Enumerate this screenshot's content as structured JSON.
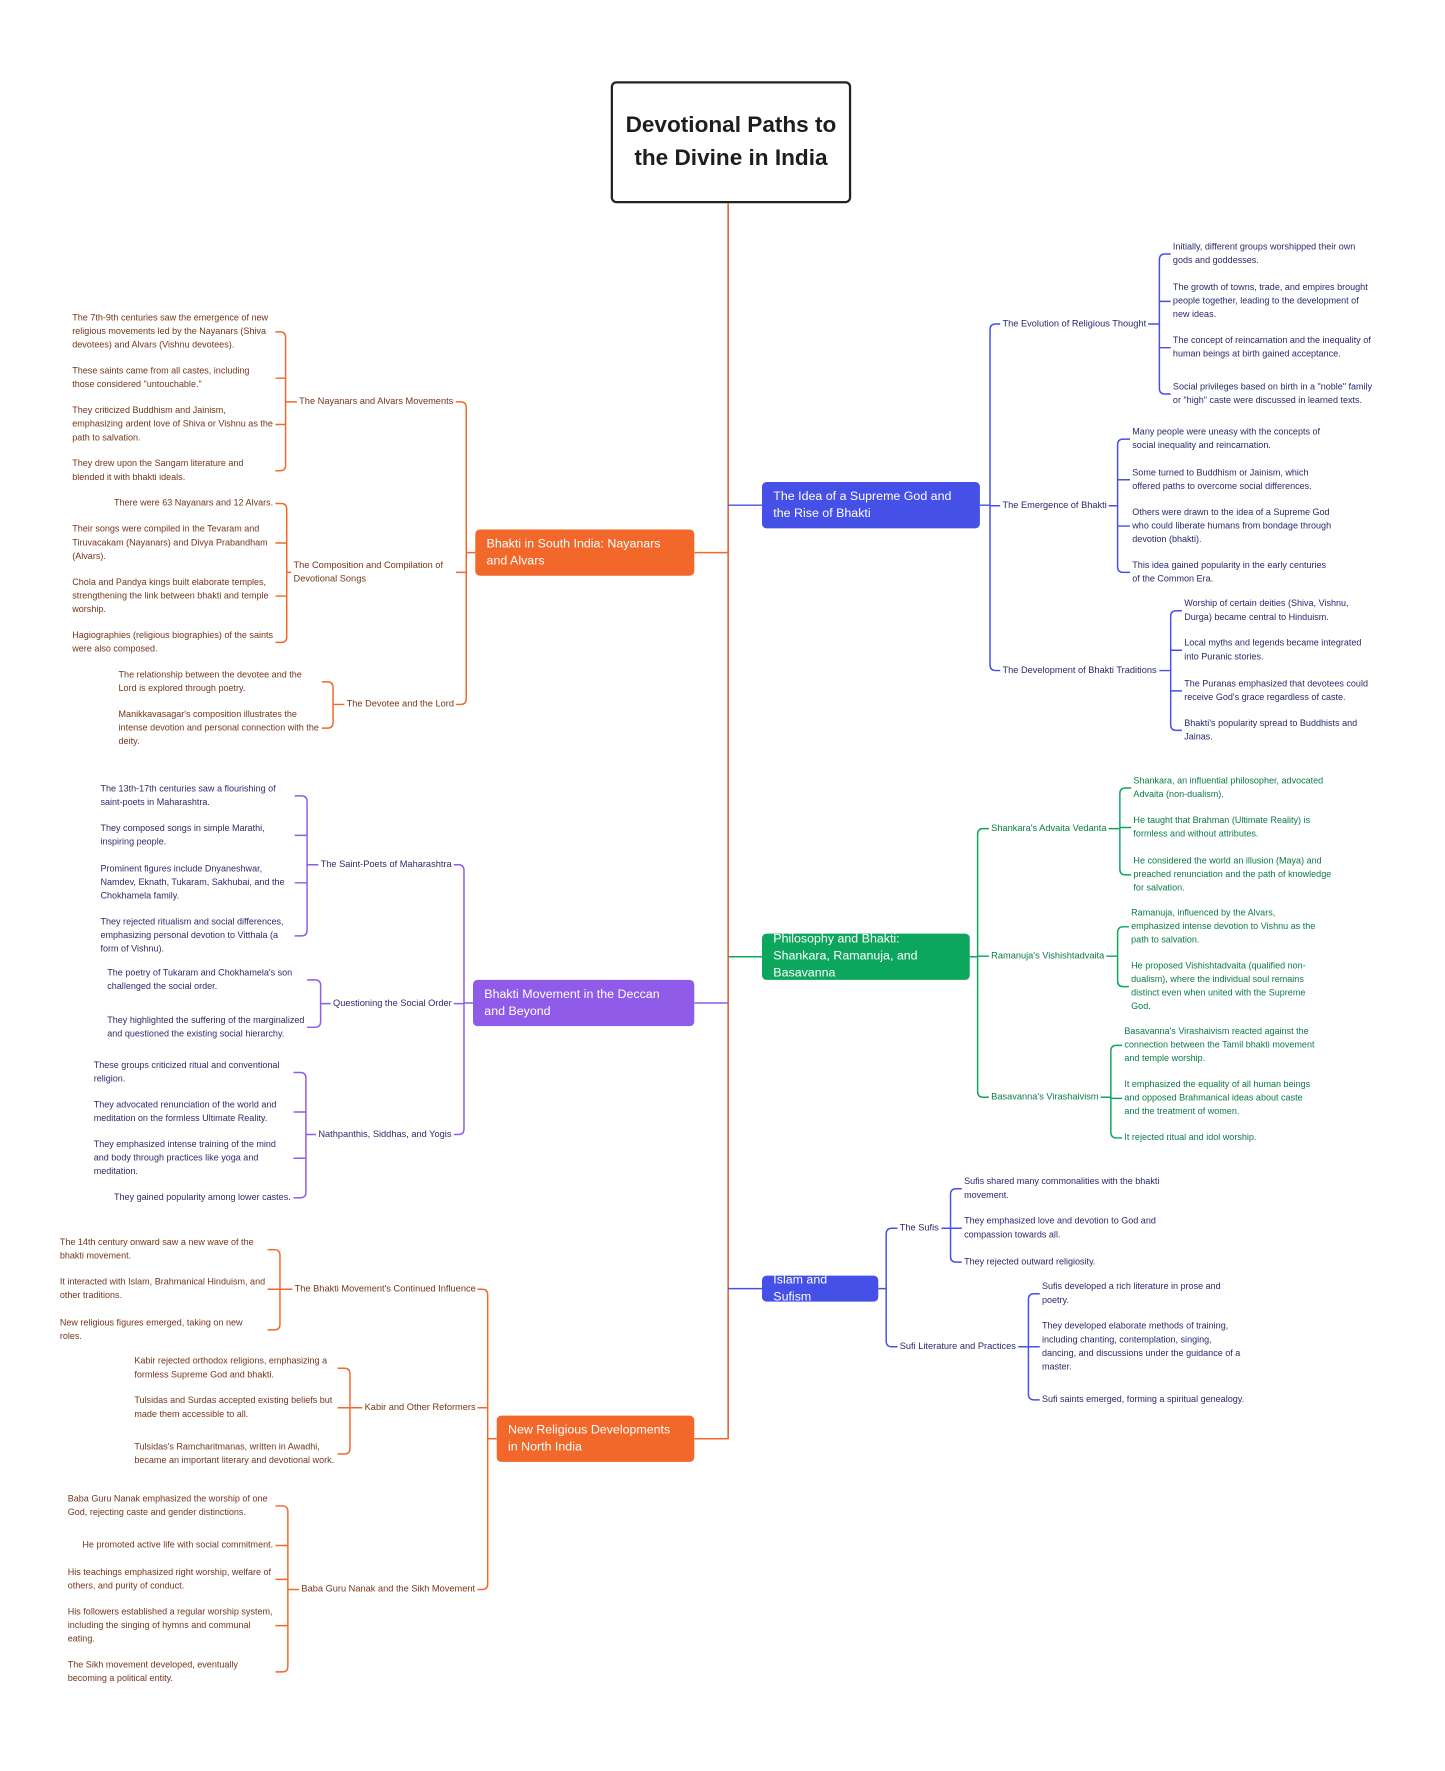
{
  "title": "Devotional Paths to the Divine in India",
  "branches": [
    {
      "label": "The Idea of a Supreme God and the Rise of Bhakti",
      "color": "#4550e6",
      "text_color": "#27296a",
      "subs": [
        {
          "label": "The Evolution of Religious Thought",
          "points": [
            "Initially, different groups worshipped their own gods and goddesses.",
            "The growth of towns, trade, and empires brought people together, leading to the development of new ideas.",
            "The concept of reincarnation and the inequality of human beings at birth gained acceptance.",
            "Social privileges based on birth in a \"noble\" family or \"high\" caste were discussed in learned texts."
          ]
        },
        {
          "label": "The Emergence of Bhakti",
          "points": [
            "Many people were uneasy with the concepts of social inequality and reincarnation.",
            "Some turned to Buddhism or Jainism, which offered paths to overcome social differences.",
            "Others were drawn to the idea of a Supreme God who could liberate humans from bondage through devotion (bhakti).",
            "This idea gained popularity in the early centuries of the Common Era."
          ]
        },
        {
          "label": "The Development of Bhakti Traditions",
          "points": [
            "Worship of certain deities (Shiva, Vishnu, Durga) became central to Hinduism.",
            "Local myths and legends became integrated into Puranic stories.",
            "The Puranas emphasized that devotees could receive God's grace regardless of caste.",
            "Bhakti's popularity spread to Buddhists and Jainas."
          ]
        }
      ]
    },
    {
      "label": "Bhakti in South India: Nayanars and Alvars",
      "color": "#f2682a",
      "text_color": "#73361a",
      "subs": [
        {
          "label": "The Nayanars and Alvars Movements",
          "points": [
            "The 7th-9th centuries saw the emergence of new religious movements led by the Nayanars (Shiva devotees) and Alvars (Vishnu devotees).",
            "These saints came from all castes, including those considered \"untouchable.\"",
            "They criticized Buddhism and Jainism, emphasizing ardent love of Shiva or Vishnu as the path to salvation.",
            "They drew upon the Sangam literature and blended it with bhakti ideals."
          ]
        },
        {
          "label": "The Composition and Compilation of Devotional Songs",
          "points": [
            "There were 63 Nayanars and 12 Alvars.",
            "Their songs were compiled in the Tevaram and Tiruvacakam (Nayanars) and Divya Prabandham (Alvars).",
            "Chola and Pandya kings built elaborate temples, strengthening the link between bhakti and temple worship.",
            "Hagiographies (religious biographies) of the saints were also composed."
          ]
        },
        {
          "label": "The Devotee and the Lord",
          "points": [
            "The relationship between the devotee and the Lord is explored through poetry.",
            "Manikkavasagar's composition illustrates the intense devotion and personal connection with the deity."
          ]
        }
      ]
    },
    {
      "label": "Philosophy and Bhakti: Shankara, Ramanuja, and Basavanna",
      "color": "#0ca65d",
      "text_color": "#0b7a45",
      "subs": [
        {
          "label": "Shankara's Advaita Vedanta",
          "points": [
            "Shankara, an influential philosopher, advocated Advaita (non-dualism).",
            "He taught that Brahman (Ultimate Reality) is formless and without attributes.",
            "He considered the world an illusion (Maya) and preached renunciation and the path of knowledge for salvation."
          ]
        },
        {
          "label": "Ramanuja's Vishishtadvaita",
          "points": [
            "Ramanuja, influenced by the Alvars, emphasized intense devotion to Vishnu as the path to salvation.",
            "He proposed Vishishtadvaita (qualified non-dualism), where the individual soul remains distinct even when united with the Supreme God."
          ]
        },
        {
          "label": "Basavanna's Virashaivism",
          "points": [
            "Basavanna's Virashaivism reacted against the connection between the Tamil bhakti movement and temple worship.",
            "It emphasized the equality of all human beings and opposed Brahmanical ideas about caste and the treatment of women.",
            "It rejected ritual and idol worship."
          ]
        }
      ]
    },
    {
      "label": "Bhakti Movement in the Deccan and Beyond",
      "color": "#8f5be8",
      "text_color": "#34276a",
      "subs": [
        {
          "label": "The Saint-Poets of Maharashtra",
          "points": [
            "The 13th-17th centuries saw a flourishing of saint-poets in Maharashtra.",
            "They composed songs in simple Marathi, inspiring people.",
            "Prominent figures include Dnyaneshwar, Namdev, Eknath, Tukaram, Sakhubai, and the Chokhamela family.",
            "They rejected ritualism and social differences, emphasizing personal devotion to Vitthala (a form of Vishnu)."
          ]
        },
        {
          "label": "Questioning the Social Order",
          "points": [
            "The poetry of Tukaram and Chokhamela's son challenged the social order.",
            "They highlighted the suffering of the marginalized and questioned the existing social hierarchy."
          ]
        },
        {
          "label": "Nathpanthis, Siddhas, and Yogis",
          "points": [
            "These groups criticized ritual and conventional religion.",
            "They advocated renunciation of the world and meditation on the formless Ultimate Reality.",
            "They emphasized intense training of the mind and body through practices like yoga and meditation.",
            "They gained popularity among lower castes."
          ]
        }
      ]
    },
    {
      "label": "Islam and Sufism",
      "color": "#4550e6",
      "text_color": "#27296a",
      "subs": [
        {
          "label": "The Sufis",
          "points": [
            "Sufis shared many commonalities with the bhakti movement.",
            "They emphasized love and devotion to God and compassion towards all.",
            "They rejected outward religiosity."
          ]
        },
        {
          "label": "Sufi Literature and Practices",
          "points": [
            "Sufis developed a rich literature in prose and poetry.",
            "They developed elaborate methods of training, including chanting, contemplation, singing, dancing, and discussions under the guidance of a master.",
            "Sufi saints emerged, forming a spiritual genealogy."
          ]
        }
      ]
    },
    {
      "label": "New Religious Developments in North India",
      "color": "#f2682a",
      "text_color": "#73361a",
      "subs": [
        {
          "label": "The Bhakti Movement's Continued Influence",
          "points": [
            "The 14th century onward saw a new wave of the bhakti movement.",
            "It interacted with Islam, Brahmanical Hinduism, and other traditions.",
            "New religious figures emerged, taking on new roles."
          ]
        },
        {
          "label": "Kabir and Other Reformers",
          "points": [
            "Kabir rejected orthodox religions, emphasizing a formless Supreme God and bhakti.",
            "Tulsidas and Surdas accepted existing beliefs but made them accessible to all.",
            "Tulsidas's Ramcharitmanas, written in Awadhi, became an important literary and devotional work."
          ]
        },
        {
          "label": "Baba Guru Nanak and the Sikh Movement",
          "points": [
            "Baba Guru Nanak emphasized the worship of one God, rejecting caste and gender distinctions.",
            "He promoted active life with social commitment.",
            "His teachings emphasized right worship, welfare of others, and purity of conduct.",
            "His followers established a regular worship system, including the singing of hymns and communal eating.",
            "The Sikh movement developed, eventually becoming a political entity."
          ]
        }
      ]
    }
  ]
}
